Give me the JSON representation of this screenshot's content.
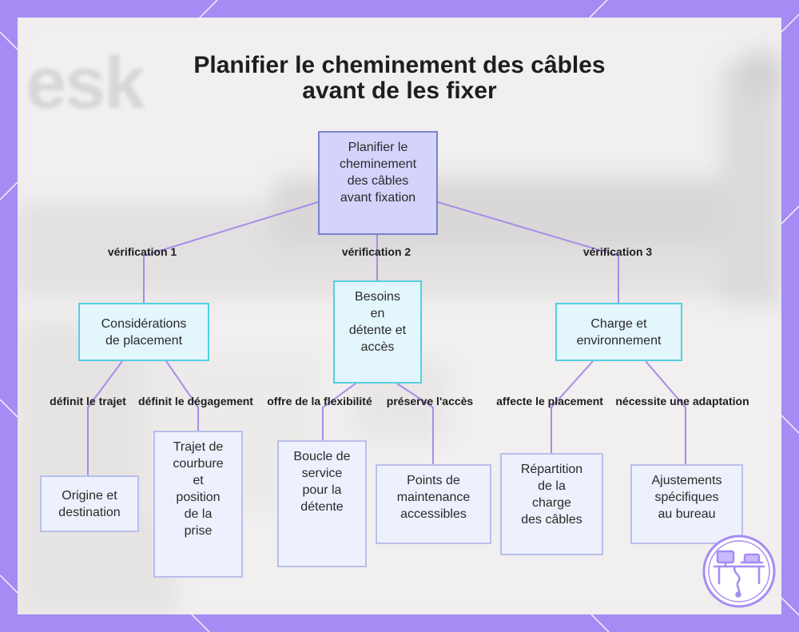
{
  "title": {
    "line1": "Planifier le cheminement des câbles",
    "line2": "avant de les fixer"
  },
  "background_word": "esk",
  "root": {
    "label": "Planifier le\ncheminement\ndes câbles\navant fixation"
  },
  "branches": [
    {
      "edge_label": "vérification 1",
      "label": "Considérations\nde placement",
      "children": [
        {
          "edge_label": "définit le trajet",
          "label": "Origine et\ndestination"
        },
        {
          "edge_label": "définit le dégagement",
          "label": "Trajet de\ncourbure\net\nposition\nde la\nprise"
        }
      ]
    },
    {
      "edge_label": "vérification 2",
      "label": "Besoins\nen\ndétente et\naccès",
      "children": [
        {
          "edge_label": "offre de la flexibilité",
          "label": "Boucle de\nservice\npour la\ndétente"
        },
        {
          "edge_label": "préserve l'accès",
          "label": "Points de\nmaintenance\naccessibles"
        }
      ]
    },
    {
      "edge_label": "vérification 3",
      "label": "Charge et\nenvironnement",
      "children": [
        {
          "edge_label": "affecte le placement",
          "label": "Répartition\nde la\ncharge\ndes câbles"
        },
        {
          "edge_label": "nécessite une adaptation",
          "label": "Ajustements\nspécifiques\nau bureau"
        }
      ]
    }
  ],
  "colors": {
    "frame": "#a58cf4",
    "edge": "#a88ce6",
    "root_fill": "#d3d3fb",
    "mid_fill": "#e3f6fb",
    "leaf_fill": "#eef0fd"
  },
  "logo_icon": "desk-setup-icon"
}
